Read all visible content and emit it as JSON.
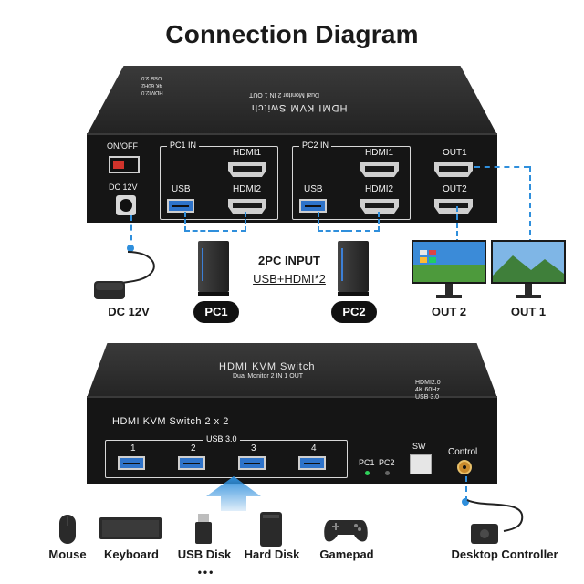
{
  "title": "Connection Diagram",
  "top_unit": {
    "brand_line1": "HDMI KVM Switch",
    "brand_line2": "Dual Monitor 2 IN 1 OUT",
    "spec_lines": [
      "HDMI2.0",
      "4K 60Hz",
      "USB 3.0"
    ],
    "on_off": "ON/OFF",
    "dc_port": "DC 12V",
    "pc1_group": "PC1 IN",
    "pc2_group": "PC2 IN",
    "hdmi1": "HDMI1",
    "hdmi2": "HDMI2",
    "usb": "USB",
    "out1": "OUT1",
    "out2": "OUT2"
  },
  "middle": {
    "dc_label": "DC 12V",
    "input_line1": "2PC INPUT",
    "input_line2": "USB+HDMI*2",
    "pc1": "PC1",
    "pc2": "PC2",
    "out2_label": "OUT 2",
    "out1_label": "OUT 1"
  },
  "bottom_unit": {
    "brand_line1": "HDMI KVM Switch",
    "brand_line2": "Dual Monitor 2 IN 1 OUT",
    "spec_lines": [
      "HDMI2.0",
      "4K 60Hz",
      "USB 3.0"
    ],
    "model": "HDMI KVM Switch 2 x 2",
    "usb_group": "USB 3.0",
    "usb_numbers": [
      "1",
      "2",
      "3",
      "4"
    ],
    "pc1": "PC1",
    "pc2": "PC2",
    "sw": "SW",
    "control": "Control"
  },
  "devices": [
    "Mouse",
    "Keyboard",
    "USB Disk",
    "Hard Disk",
    "Gamepad"
  ],
  "devices_more": "•••",
  "desktop_controller": "Desktop Controller",
  "colors": {
    "accent_blue": "#2f8fdc",
    "usb_blue": "#2e73c9",
    "switch_red": "#d0332b"
  }
}
